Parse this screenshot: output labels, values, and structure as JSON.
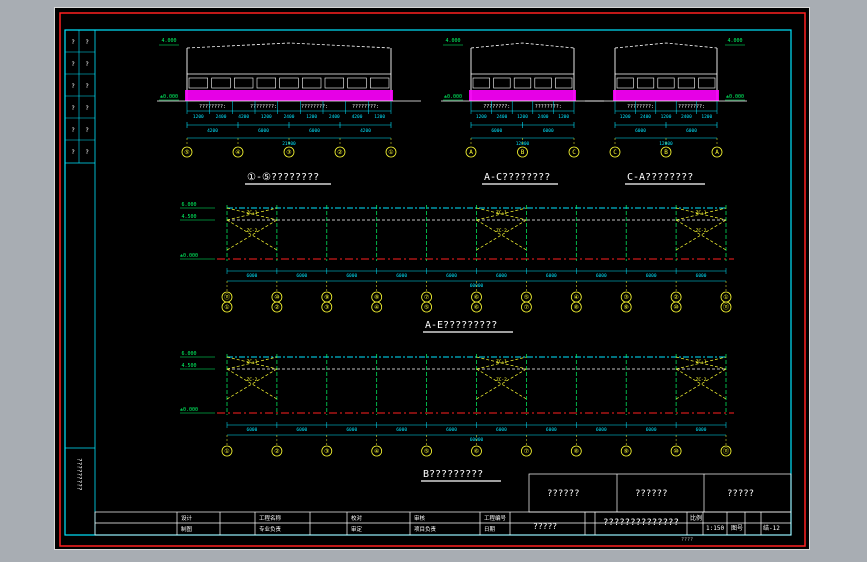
{
  "elevation1": {
    "title": "①-⑤????????",
    "datum": "±0.000",
    "top_elev": "4.000",
    "room_labels": [
      "????????:",
      "????????:",
      "????????:",
      "????????:"
    ],
    "dims": [
      "1200",
      "2400",
      "4200",
      "1200",
      "2400",
      "1200",
      "2400",
      "4200",
      "1200"
    ],
    "sub_dims": [
      "4200",
      "6000",
      "6000",
      "4200"
    ],
    "total": "21900",
    "axes": [
      "⑤",
      "④",
      "③",
      "②",
      "①"
    ]
  },
  "elevation2": {
    "title": "A-C????????",
    "datum": "±0.000",
    "top_elev": "4.000",
    "room_labels": [
      "????????:",
      "????????:"
    ],
    "dims": [
      "1200",
      "2400",
      "1200",
      "2400",
      "1200"
    ],
    "sub_dims": [
      "6000",
      "6000"
    ],
    "total": "12000",
    "axes": [
      "A",
      "B",
      "C"
    ]
  },
  "elevation3": {
    "title": "C-A????????",
    "datum": "±0.000",
    "top_elev": "4.000",
    "room_labels": [
      "????????:",
      "????????:"
    ],
    "dims": [
      "1200",
      "2400",
      "1200",
      "2400",
      "1200"
    ],
    "sub_dims": [
      "6000",
      "6000"
    ],
    "total": "12000",
    "axes": [
      "C",
      "B",
      "A"
    ]
  },
  "bracing1": {
    "title": "A-E?????????",
    "levels": [
      "6.000",
      "4.500",
      "±0.000"
    ],
    "spans": [
      "6000",
      "6000",
      "6000",
      "6000",
      "6000",
      "6000",
      "6000",
      "6000",
      "6000",
      "6000"
    ],
    "total": "60000",
    "axes_top": [
      "⑪",
      "⑩",
      "⑨",
      "⑧",
      "⑦",
      "⑥",
      "⑤",
      "④",
      "③",
      "②",
      "①"
    ],
    "axes_bottom": [
      "①",
      "②",
      "③",
      "④",
      "⑤",
      "⑥",
      "⑦",
      "⑧",
      "⑨",
      "⑩",
      "⑪"
    ],
    "brace_tags": [
      "ZC-1",
      "ZC-2"
    ]
  },
  "bracing2": {
    "title": "B?????????",
    "levels": [
      "6.000",
      "4.500",
      "±0.000"
    ],
    "spans": [
      "6000",
      "6000",
      "6000",
      "6000",
      "6000",
      "6000",
      "6000",
      "6000",
      "6000",
      "6000"
    ],
    "total": "60000",
    "axes": [
      "①",
      "②",
      "③",
      "④",
      "⑤",
      "⑥",
      "⑦",
      "⑧",
      "⑨",
      "⑩",
      "⑪"
    ],
    "brace_tags": [
      "ZC-1",
      "ZC-2"
    ]
  },
  "title_block": {
    "stamps": [
      "??????",
      "??????",
      "?????"
    ],
    "project_label": "?????",
    "drawing_name": "??????????????",
    "row1": [
      "设计",
      "工程名称",
      "校对",
      "审核",
      "工程编号"
    ],
    "row2": [
      "制图",
      "专业负责",
      "审定",
      "项目负责",
      "日期"
    ],
    "scale_label": "比例",
    "scale_value": "1:150",
    "sheet_label": "图号",
    "sheet_value": "结-12",
    "small_box": "????"
  },
  "side_strip": {
    "vertical_label": "?????????",
    "cells": [
      "?",
      "?",
      "?",
      "?",
      "?",
      "?",
      "?",
      "?",
      "?",
      "?",
      "?",
      "?"
    ]
  },
  "colors": {
    "frame": "#ff2020",
    "border": "#00e5ff",
    "dim": "#00e5ff",
    "axis": "#ffff33",
    "wall": "#ffffff",
    "base": "#ff00ff",
    "grid": "#00ff66"
  }
}
